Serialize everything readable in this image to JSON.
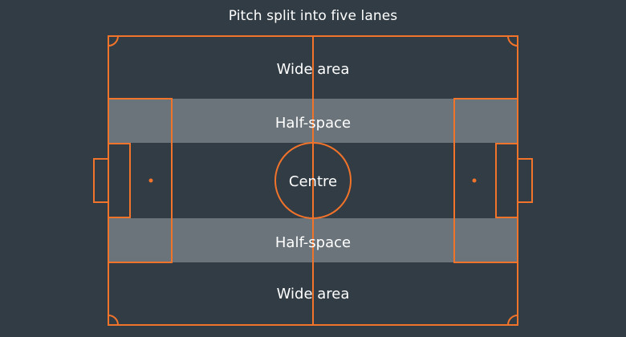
{
  "title": "Pitch split into five lanes",
  "colors": {
    "background": "#313c45",
    "lines": "#f2732a",
    "half_space_fill": "#6b747a",
    "text": "#ffffff"
  },
  "lanes": {
    "wide_top": "Wide area",
    "half_space_top": "Half-space",
    "centre": "Centre",
    "half_space_bottom": "Half-space",
    "wide_bottom": "Wide area"
  }
}
